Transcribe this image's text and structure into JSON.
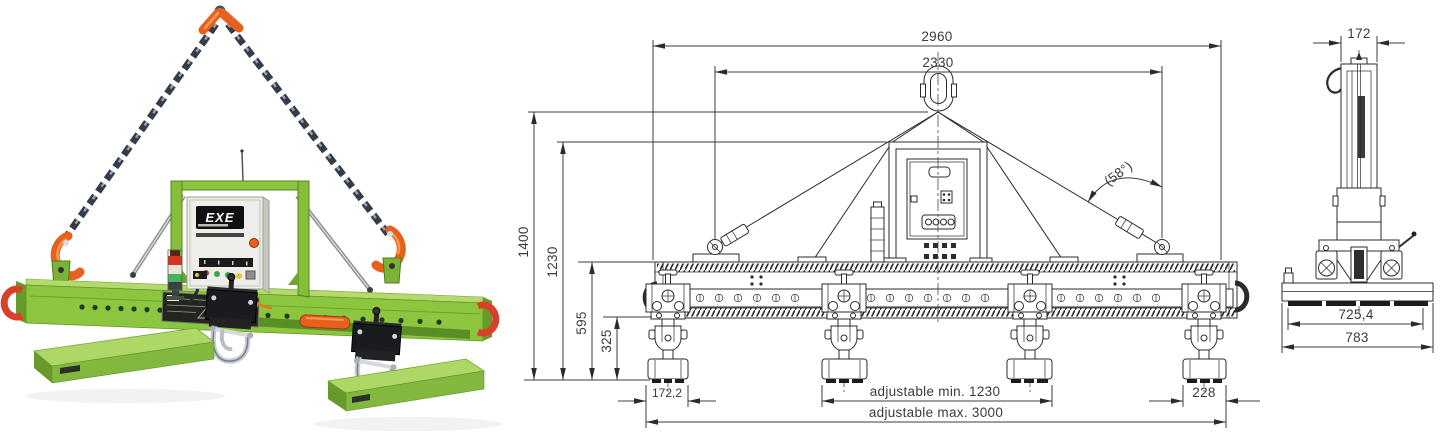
{
  "colors": {
    "drawing_line": "#2b2b2b",
    "dim_text": "#3b3b38",
    "machine_green": "#8cc63e",
    "machine_green_dark": "#6da32c",
    "machine_green_light": "#b5d96e",
    "hook_orange": "#e8611c",
    "shackle_red": "#d8402a",
    "chain_gray": "#39404e",
    "cabinet_gray": "#edeee9"
  },
  "photo": {
    "control_box_logo": "EXE"
  },
  "front_view": {
    "dims": {
      "overall_width": "2960",
      "sling_span": "2330",
      "total_height": "1400",
      "frame_height": "1230",
      "beam_height": "595",
      "foot_height": "325",
      "left_foot_width": "172,2",
      "adjustable_min": "adjustable min. 1230",
      "adjustable_max": "adjustable max. 3000",
      "right_foot_width": "228",
      "sling_angle": "(58°)"
    }
  },
  "side_view": {
    "dims": {
      "top_width": "172",
      "magnet_width": "725,4",
      "base_width": "783"
    }
  }
}
